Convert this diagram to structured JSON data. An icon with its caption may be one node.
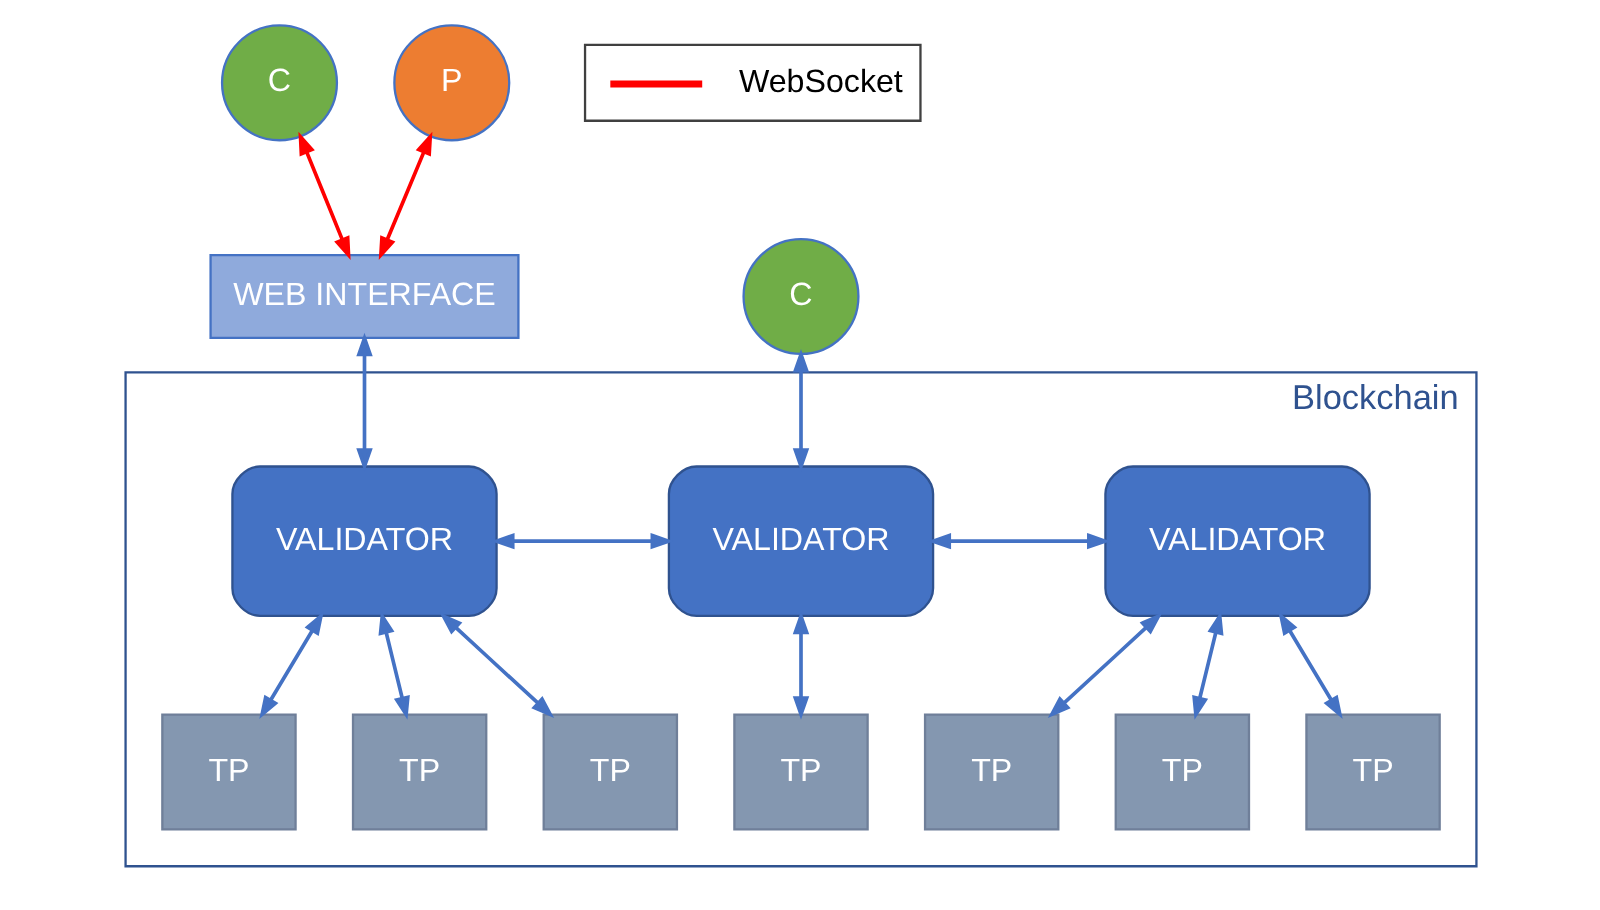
{
  "diagram": {
    "nodes": [
      {
        "text": [
          "C"
        ]
      },
      {
        "text": [
          "P"
        ]
      },
      {
        "text": [
          "WEB INTERFACE"
        ]
      },
      {
        "text": [
          "C"
        ]
      },
      {
        "text": [
          "Blockchain"
        ]
      },
      {
        "text": [
          "VALIDATOR"
        ],
        "in": 4
      },
      {
        "text": [
          "VALIDATOR"
        ],
        "in": 4
      },
      {
        "text": [
          "VALIDATOR"
        ],
        "in": 4
      },
      {
        "text": [
          "TP"
        ],
        "in": 4
      },
      {
        "text": [
          "TP"
        ],
        "in": 4
      },
      {
        "text": [
          "TP"
        ],
        "in": 4
      },
      {
        "text": [
          "TP"
        ],
        "in": 4
      },
      {
        "text": [
          "TP"
        ],
        "in": 4
      },
      {
        "text": [
          "TP"
        ],
        "in": 4
      },
      {
        "text": [
          "TP"
        ],
        "in": 4
      }
    ],
    "edges": [
      {
        "from": 0,
        "to": 2,
        "arrow": "both",
        "color": "#ff0000"
      },
      {
        "from": 1,
        "to": 2,
        "arrow": "both",
        "color": "#ff0000"
      },
      {
        "from": 2,
        "to": 5,
        "arrow": "both"
      },
      {
        "from": 3,
        "to": 6,
        "arrow": "both"
      },
      {
        "from": 5,
        "to": 6,
        "arrow": "both"
      },
      {
        "from": 6,
        "to": 7,
        "arrow": "both"
      },
      {
        "from": 5,
        "to": 8,
        "arrow": "both"
      },
      {
        "from": 5,
        "to": 9,
        "arrow": "both"
      },
      {
        "from": 5,
        "to": 10,
        "arrow": "both"
      },
      {
        "from": 6,
        "to": 11,
        "arrow": "both"
      },
      {
        "from": 7,
        "to": 12,
        "arrow": "both"
      },
      {
        "from": 7,
        "to": 13,
        "arrow": "both"
      },
      {
        "from": 7,
        "to": 14,
        "arrow": "both"
      }
    ],
    "legend": [
      {
        "text": "WebSocket",
        "color": "#ff0000"
      }
    ]
  }
}
